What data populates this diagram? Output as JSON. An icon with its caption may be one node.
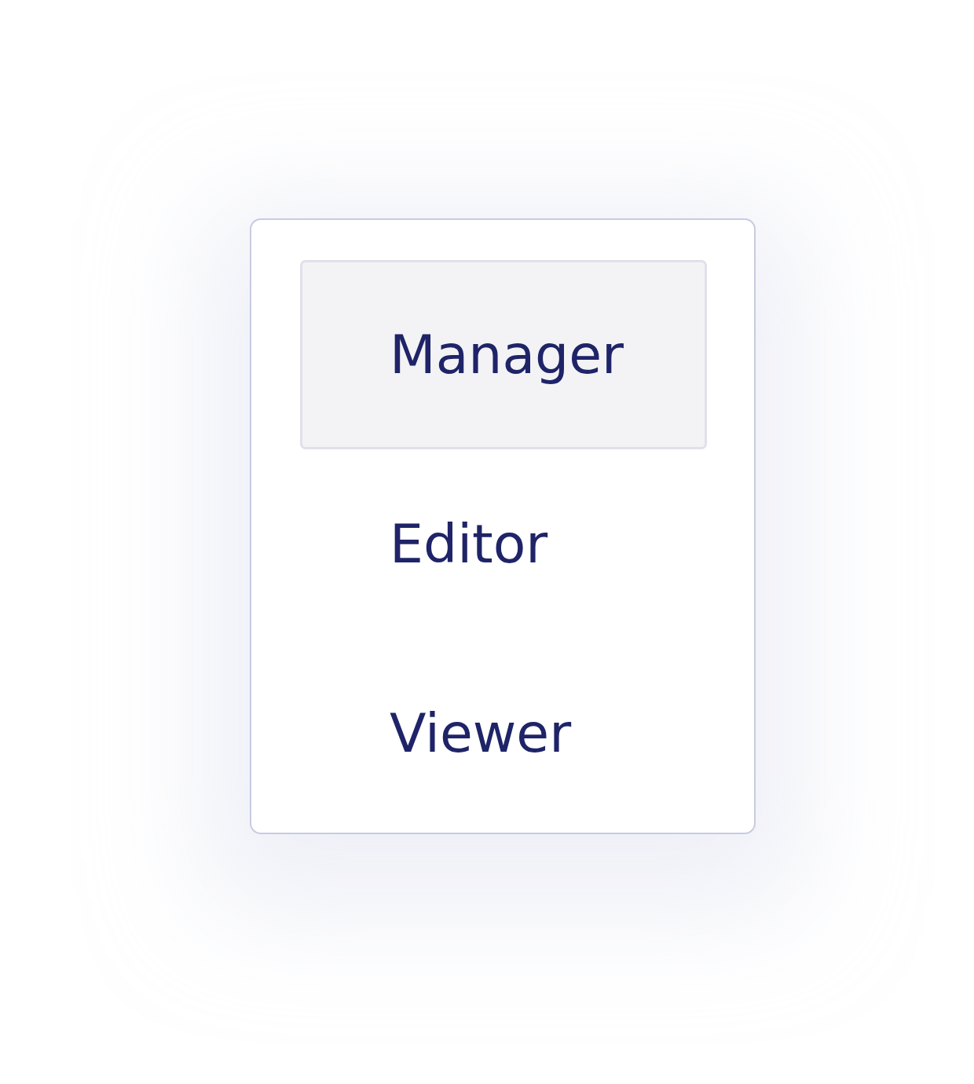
{
  "diagram": {
    "nodes": [
      {
        "text": [],
        "shape": "box"
      },
      {
        "text": [
          "Manager"
        ],
        "in": 0
      },
      {
        "text": [
          "Editor"
        ],
        "in": 0
      },
      {
        "text": [
          "Viewer"
        ],
        "in": 0
      }
    ]
  }
}
